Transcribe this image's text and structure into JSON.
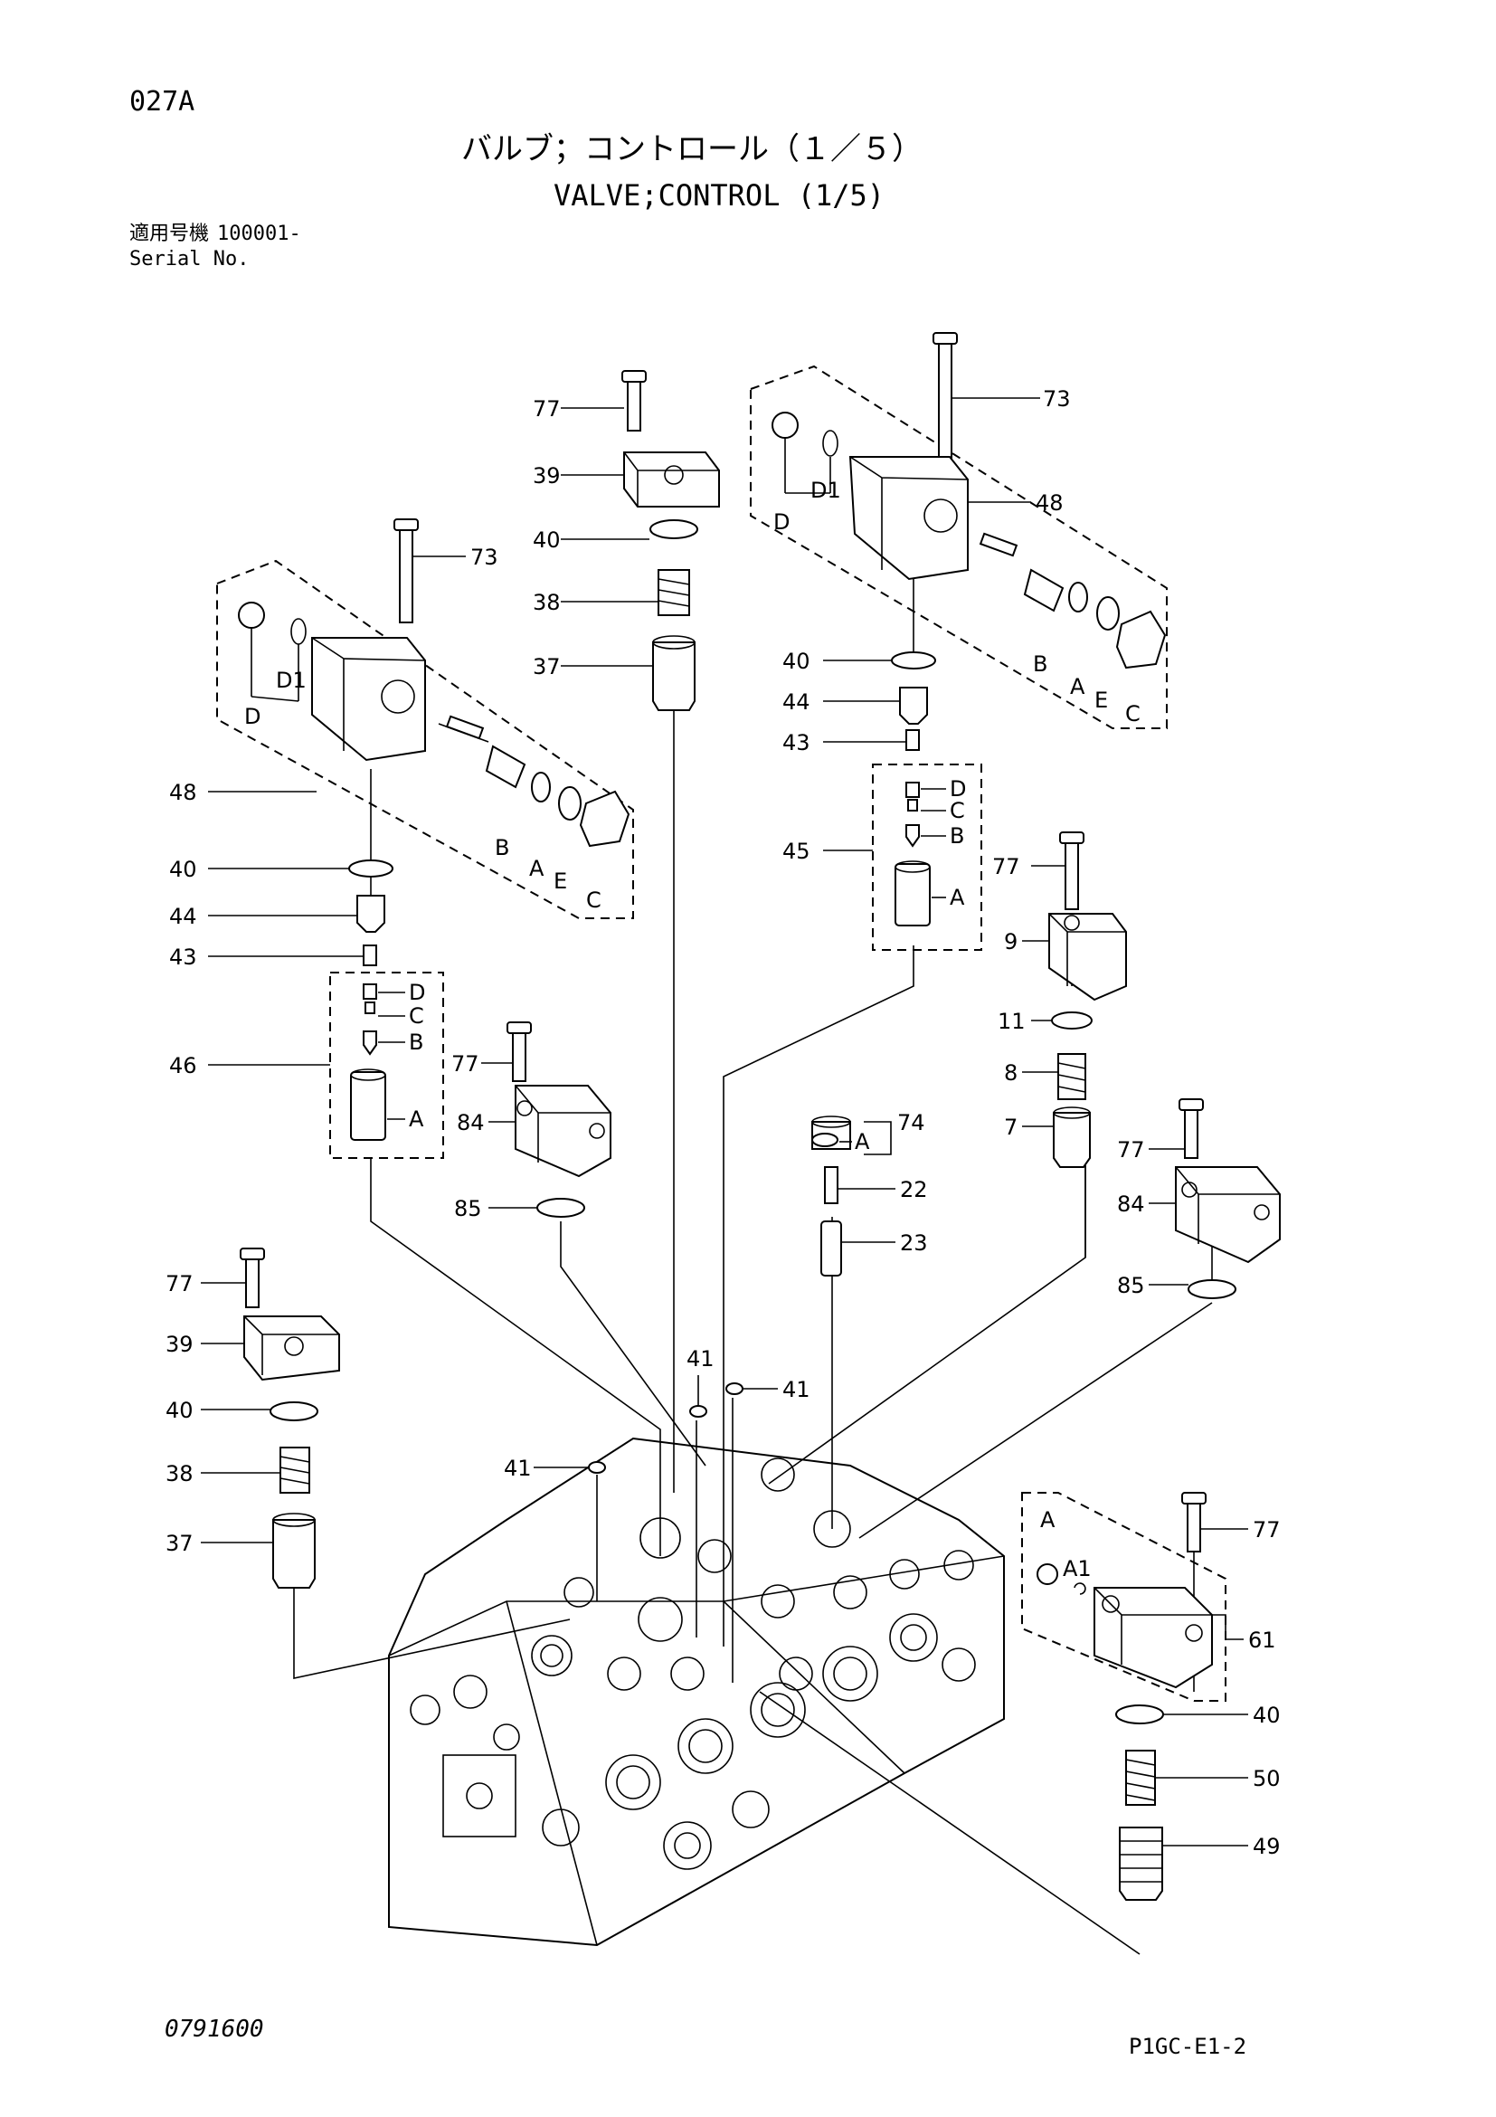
{
  "header": {
    "page_code": "027A",
    "title_jp": "バルブ；コントロール（１／５）",
    "title_en": "VALVE;CONTROL (1/5)",
    "serial_label_jp": "適用号機",
    "serial_value": "100001-",
    "serial_label_en": "Serial No."
  },
  "footer": {
    "drawing_number": "0791600",
    "page_ref": "P1GC-E1-2"
  },
  "callouts": {
    "c77a": "77",
    "c39a": "39",
    "c40a": "40",
    "c38a": "38",
    "c37a": "37",
    "c73a": "73",
    "c48a": "48",
    "c40b": "40",
    "c44a": "44",
    "c43a": "43",
    "c45": "45",
    "c77b": "77",
    "c9": "9",
    "c11": "11",
    "c8": "8",
    "c7": "7",
    "c73b": "73",
    "c48b": "48",
    "c40c": "40",
    "c44b": "44",
    "c43b": "43",
    "c46": "46",
    "c77c": "77",
    "c84a": "84",
    "c85a": "85",
    "c74": "74",
    "c22": "22",
    "c23": "23",
    "c77d": "77",
    "c84b": "84",
    "c85b": "85",
    "c77e": "77",
    "c39b": "39",
    "c40d": "40",
    "c38b": "38",
    "c37b": "37",
    "c41a": "41",
    "c41b": "41",
    "c41c": "41",
    "c77f": "77",
    "c61": "61",
    "c40e": "40",
    "c50": "50",
    "c49": "49"
  },
  "sub_labels": {
    "d_r1": "D",
    "d1_r1": "D1",
    "b_r1": "B",
    "a_r1": "A",
    "e_r1": "E",
    "c_r1": "C",
    "d_l1": "D",
    "d1_l1": "D1",
    "b_l1": "B",
    "a_l1": "A",
    "e_l1": "E",
    "c_l1": "C",
    "d_45": "D",
    "c_45": "C",
    "b_45": "B",
    "a_45": "A",
    "d_46": "D",
    "c_46": "C",
    "b_46": "B",
    "a_46": "A",
    "a_74": "A",
    "a_61": "A",
    "a1_61": "A1"
  }
}
